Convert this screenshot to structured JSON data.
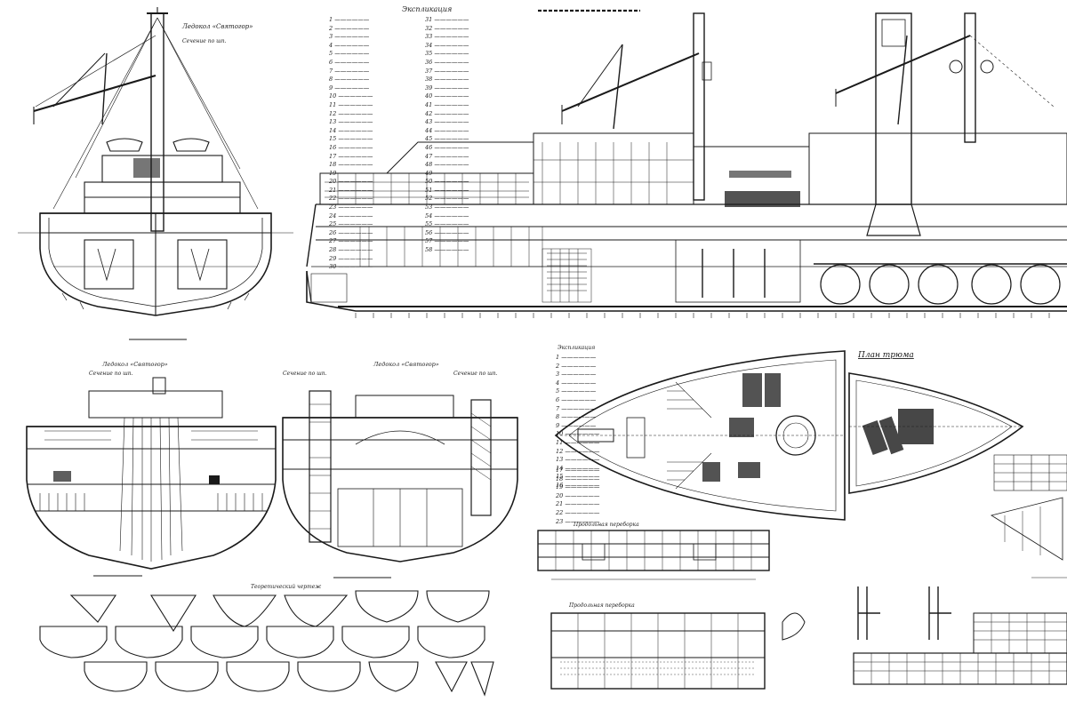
{
  "sheet": {
    "subject": "icebreaker general arrangement drawing",
    "ink_color": "#1a1a1a",
    "paper_color": "#ffffff"
  },
  "legend_header": "Экспликация",
  "legend_left": [
    "1",
    "2",
    "3",
    "4",
    "5",
    "6",
    "7",
    "8",
    "9",
    "10",
    "11",
    "12",
    "13",
    "14",
    "15",
    "16",
    "17",
    "18",
    "19",
    "20",
    "21",
    "22",
    "23",
    "24",
    "25",
    "26",
    "27",
    "28",
    "29",
    "30"
  ],
  "legend_right": [
    "31",
    "32",
    "33",
    "34",
    "35",
    "36",
    "37",
    "38",
    "39",
    "40",
    "41",
    "42",
    "43",
    "44",
    "45",
    "46",
    "47",
    "48",
    "49",
    "50",
    "51",
    "52",
    "53",
    "54",
    "55",
    "56",
    "57",
    "58"
  ],
  "plan_legend_header": "Экспликация",
  "plan_legend_items": [
    "1",
    "2",
    "3",
    "4",
    "5",
    "6",
    "7",
    "8",
    "9",
    "10",
    "11",
    "12",
    "13",
    "14",
    "15",
    "16",
    "17"
  ],
  "plan_legend_items_b": [
    "17",
    "18",
    "19",
    "20",
    "21",
    "22",
    "23"
  ],
  "labels": {
    "top_section_title": "Ледокол «Святогор»",
    "mid_section_title_a": "Ледокол «Святогор»",
    "mid_section_title_b": "Ледокол «Святогор»",
    "plan_title": "План трюма",
    "lines_title": "Теоретический чертеж",
    "bulkhead_title": "Продольная переборка",
    "bulkhead_title_b": "Продольная переборка"
  },
  "icons": [
    "crane-icon",
    "ship-section-icon",
    "ship-plan-icon"
  ]
}
